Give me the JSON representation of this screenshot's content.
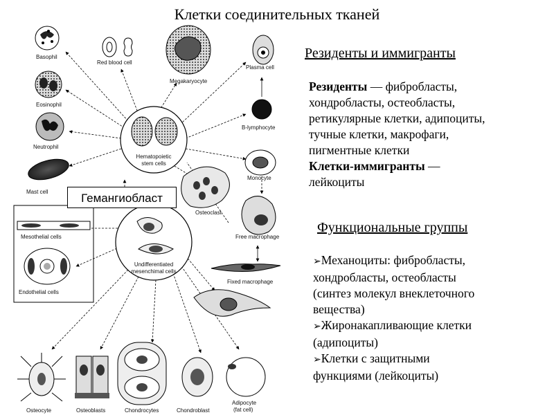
{
  "title": "Клетки соединительных тканей",
  "diagram": {
    "center_top_label_1": "Hematopoietic",
    "center_top_label_2": "stem cells",
    "center_bottom_label_1": "Undifferentiated",
    "center_bottom_label_2": "mesenchimal cells",
    "cells": {
      "basophil": "Basophil",
      "eosinophil": "Eosinophil",
      "neutrophil": "Neutrophil",
      "mast_cell": "Mast cell",
      "red_blood_cell": "Red blood cell",
      "megakaryocyte": "Megakaryocyte",
      "plasma_cell": "Plasma cell",
      "b_lymphocyte": "B-lymphocyte",
      "monocyte": "Monocyte",
      "osteoclast": "Osteoclast",
      "free_macrophage": "Free macrophage",
      "fixed_macrophage": "Fixed macrophage",
      "mesothelial_cells": "Mesothelial cells",
      "endothelial_cells": "Endothelial cells",
      "osteocyte": "Osteocyte",
      "osteoblasts": "Osteoblasts",
      "chondrocytes": "Chondrocytes",
      "chondroblast": "Chondroblast",
      "adipocyte_1": "Adipocyte",
      "adipocyte_2": "(fat cell)"
    },
    "hemangioblast": "Гемангиобласт"
  },
  "residents_section": {
    "heading": "Резиденты и иммигранты",
    "residents_term": "Резиденты",
    "residents_line1": " — фибробласты,",
    "residents_line2": "хондробласты, остеобласты,",
    "residents_line3": "ретикулярные клетки, адипоциты,",
    "residents_line4": "тучные клетки, макрофаги,",
    "residents_line5": "пигментные клетки",
    "immigrants_term": "Клетки-иммигранты",
    "immigrants_line1": " —",
    "immigrants_line2": "лейкоциты"
  },
  "functional_section": {
    "heading": "Функциональные группы",
    "items": [
      {
        "line1": "Механоциты: фибробласты,",
        "line2": "хондробласты, остеобласты",
        "line3": "(синтез молекул внеклеточного",
        "line4": "вещества)"
      },
      {
        "line1": "Жиронакапливающие клетки",
        "line2": "(адипоциты)"
      },
      {
        "line1": "Клетки с защитными",
        "line2": "функциями (лейкоциты)"
      }
    ]
  }
}
